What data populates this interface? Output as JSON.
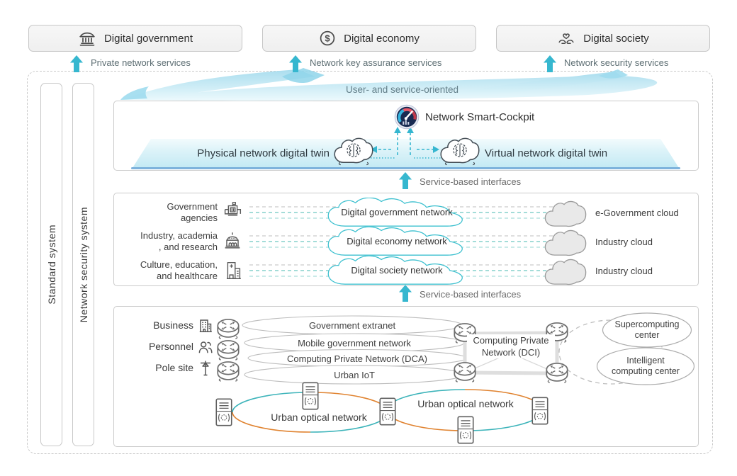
{
  "colors": {
    "accent_cyan": "#36b7cf",
    "cloud_outline": "#3cc0cf",
    "dash_teal": "#6cc8c1",
    "dash_gray": "#c9c9c9",
    "orange": "#e08330",
    "band_blue": "#7db2dc"
  },
  "top_services": [
    {
      "label": "Digital government",
      "icon": "bank-icon",
      "service": "Private network services"
    },
    {
      "label": "Digital economy",
      "icon": "dollar-icon",
      "service": "Network key assurance services"
    },
    {
      "label": "Digital society",
      "icon": "hands-heart-icon",
      "service": "Network security services"
    }
  ],
  "system_bars": [
    {
      "label": "Standard system"
    },
    {
      "label": "Network security system"
    }
  ],
  "banner": "User- and service-oriented",
  "cockpit": {
    "title": "Network Smart-Cockpit",
    "icon": "gauge-icon",
    "physical_twin": "Physical network digital twin",
    "virtual_twin": "Virtual network digital twin"
  },
  "interfaces": {
    "upper": "Service-based interfaces",
    "lower": "Service-based interfaces"
  },
  "sectors": {
    "rows": [
      {
        "actor_line1": "Government",
        "actor_line2": "agencies",
        "icon": "government-agency-icon",
        "network": "Digital government network",
        "cloud": "e-Government cloud"
      },
      {
        "actor_line1": "Industry, academia",
        "actor_line2": ", and research",
        "icon": "academy-icon",
        "network": "Digital economy network",
        "cloud": "Industry cloud"
      },
      {
        "actor_line1": "Culture, education,",
        "actor_line2": "and healthcare",
        "icon": "hospital-icon",
        "network": "Digital society network",
        "cloud": "Industry cloud"
      }
    ]
  },
  "access": {
    "rows": [
      {
        "label": "Business",
        "icon": "office-building-icon"
      },
      {
        "label": "Personnel",
        "icon": "people-icon"
      },
      {
        "label": "Pole site",
        "icon": "pole-icon"
      }
    ],
    "networks": [
      {
        "label": "Government extranet"
      },
      {
        "label": "Mobile government network"
      },
      {
        "label": "Computing Private Network (DCA)"
      },
      {
        "label": "Urban IoT"
      }
    ],
    "dci": {
      "line1": "Computing Private",
      "line2": "Network (DCI)"
    },
    "centers": [
      {
        "line1": "Supercomputing",
        "line2": "center"
      },
      {
        "line1": "Intelligent",
        "line2": "computing center"
      }
    ],
    "optical": [
      {
        "label": "Urban optical network"
      },
      {
        "label": "Urban optical network"
      }
    ]
  }
}
